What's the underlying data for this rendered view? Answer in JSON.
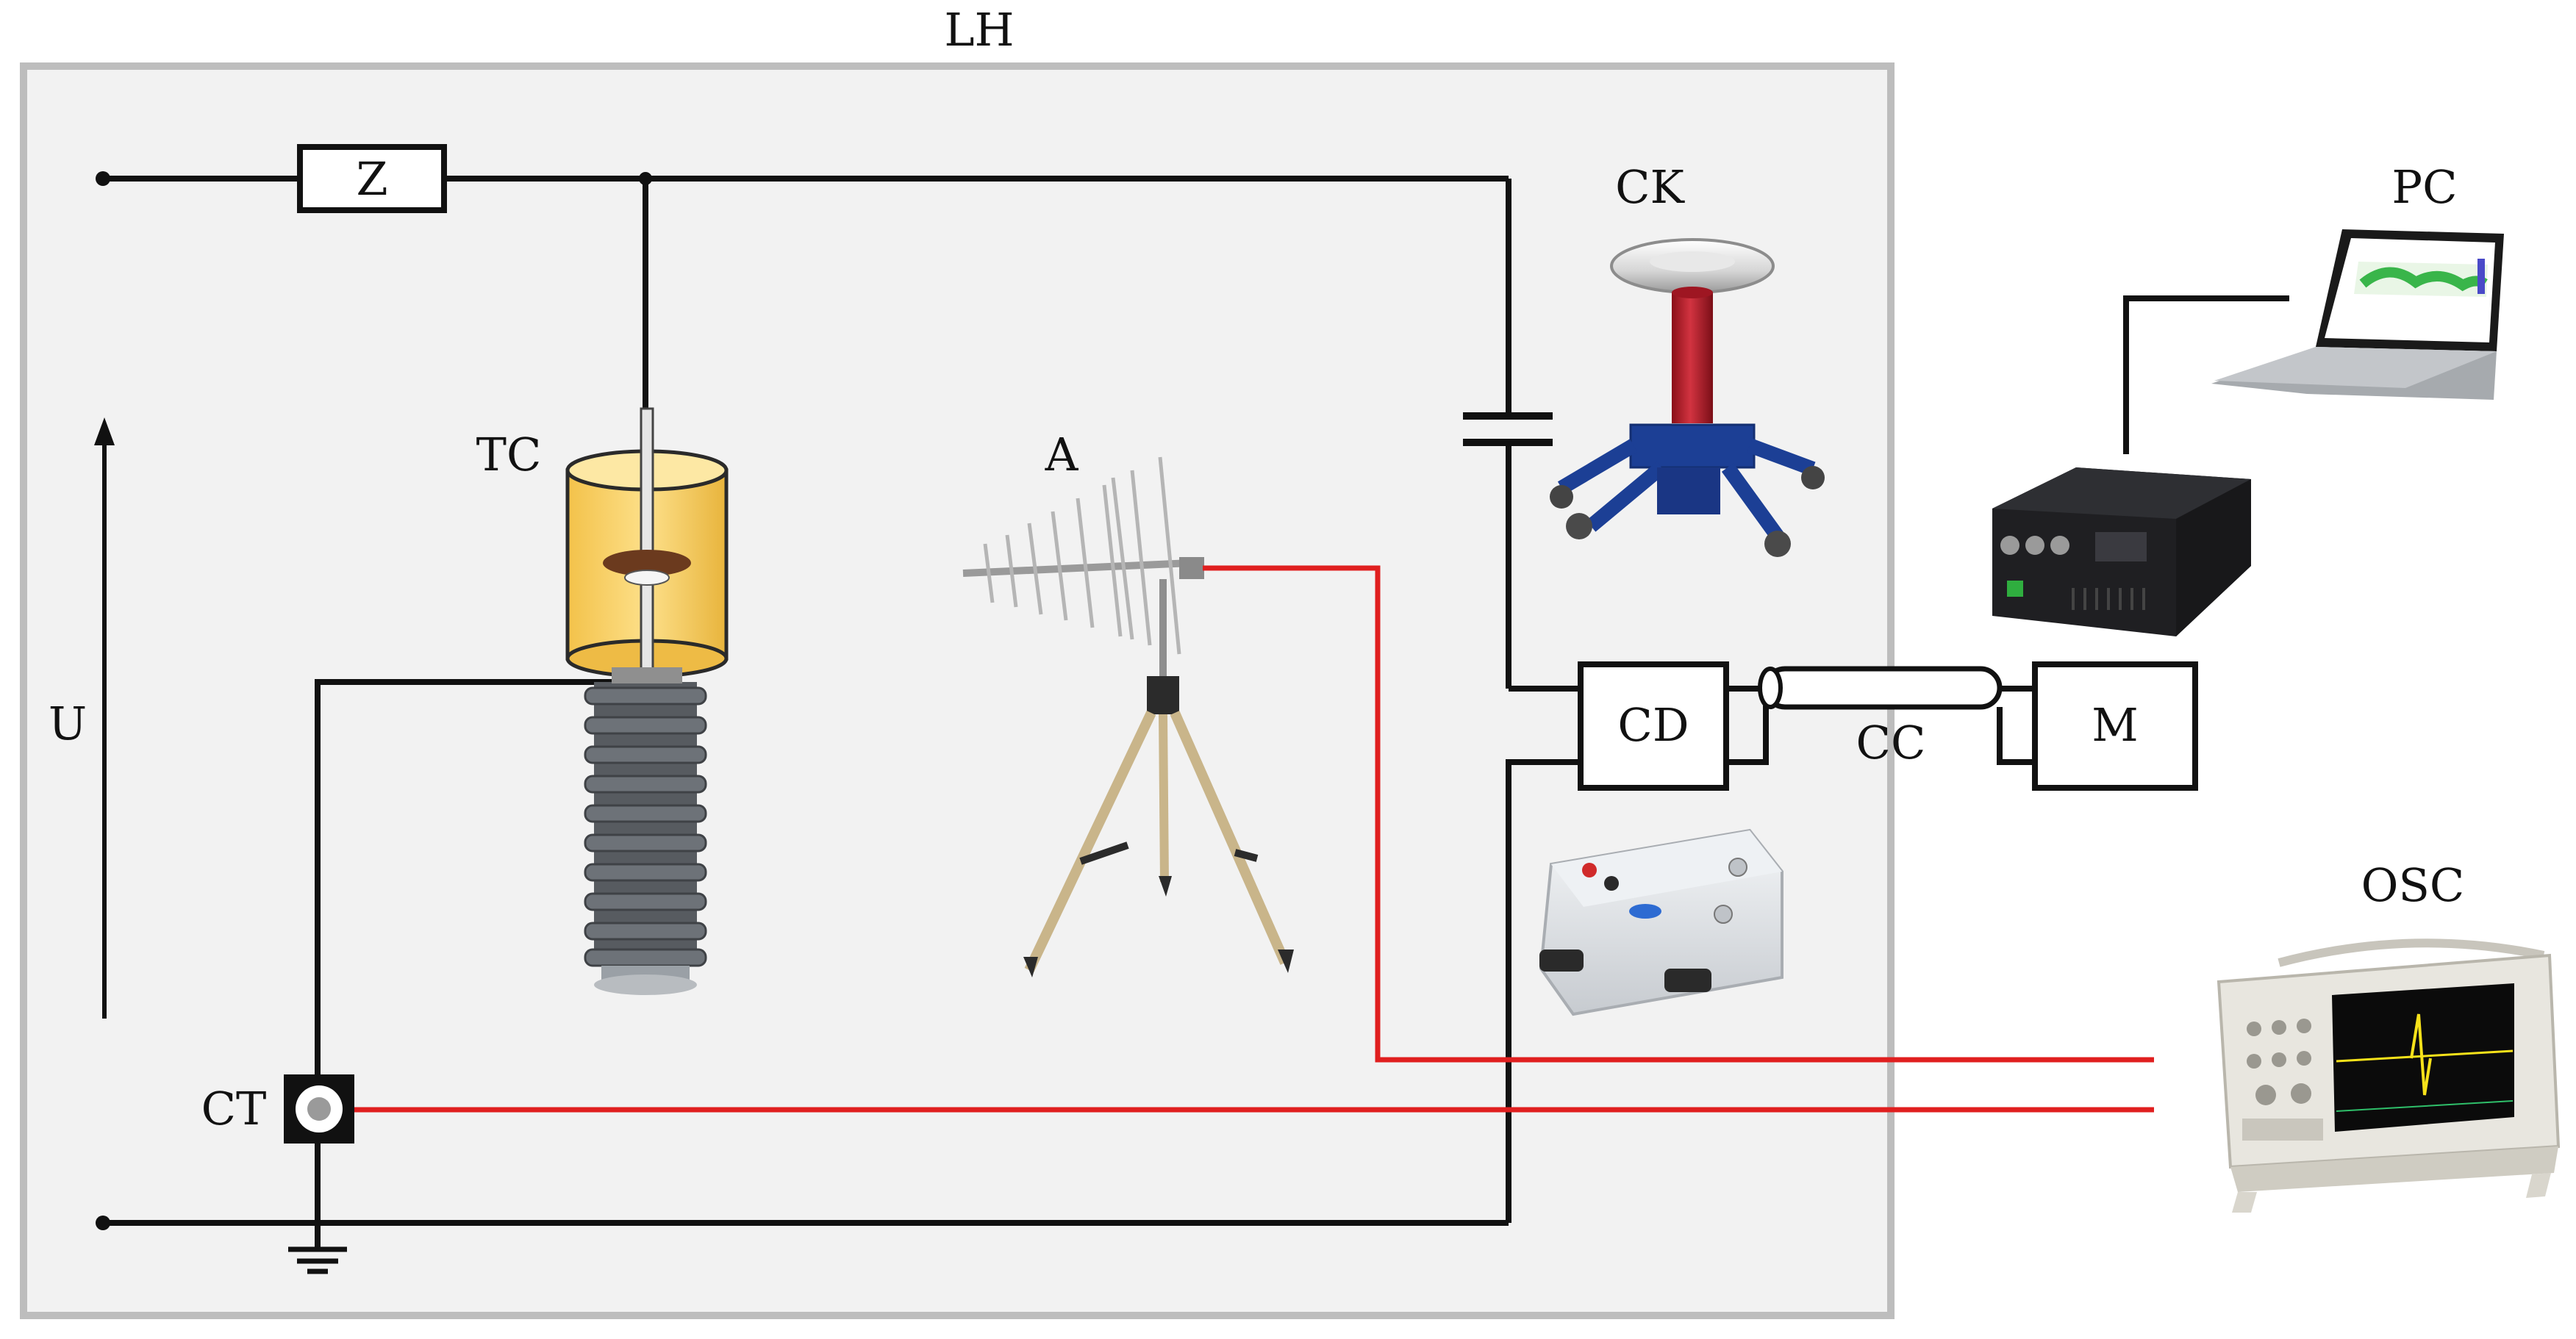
{
  "labels": {
    "lab_hall": "LH",
    "impedance": "Z",
    "test_cell": "TC",
    "voltage": "U",
    "current_transformer": "CT",
    "antenna": "A",
    "coupling_capacitor": "CK",
    "coupling_device": "CD",
    "coaxial_cable": "CC",
    "measuring_unit": "M",
    "computer": "PC",
    "oscilloscope": "OSC"
  },
  "colors": {
    "wire": "#111111",
    "signal_line": "#e01f1f",
    "lab_hall_fill": "#f2f2f2",
    "lab_hall_border": "#bdbdbd",
    "test_cell_fill": "#f6cf5a",
    "bushing": "#575b60",
    "capacitor_body": "#b3202a",
    "capacitor_base": "#1c3f95",
    "tripod_legs": "#c9b58a",
    "scope_body": "#e8e6df",
    "scope_screen": "#0b0b0b",
    "scope_trace": "#f7e21a"
  },
  "icons": {
    "test_cell": "oil-test-cell-icon",
    "bushing": "bushing-insulator-icon",
    "antenna": "log-periodic-antenna-icon",
    "capacitor": "coupling-capacitor-icon",
    "coupling_box": "coupling-device-box-icon",
    "measuring_device": "pd-acquisition-unit-icon",
    "laptop": "laptop-icon",
    "oscilloscope": "oscilloscope-icon",
    "ground": "ground-symbol-icon"
  }
}
